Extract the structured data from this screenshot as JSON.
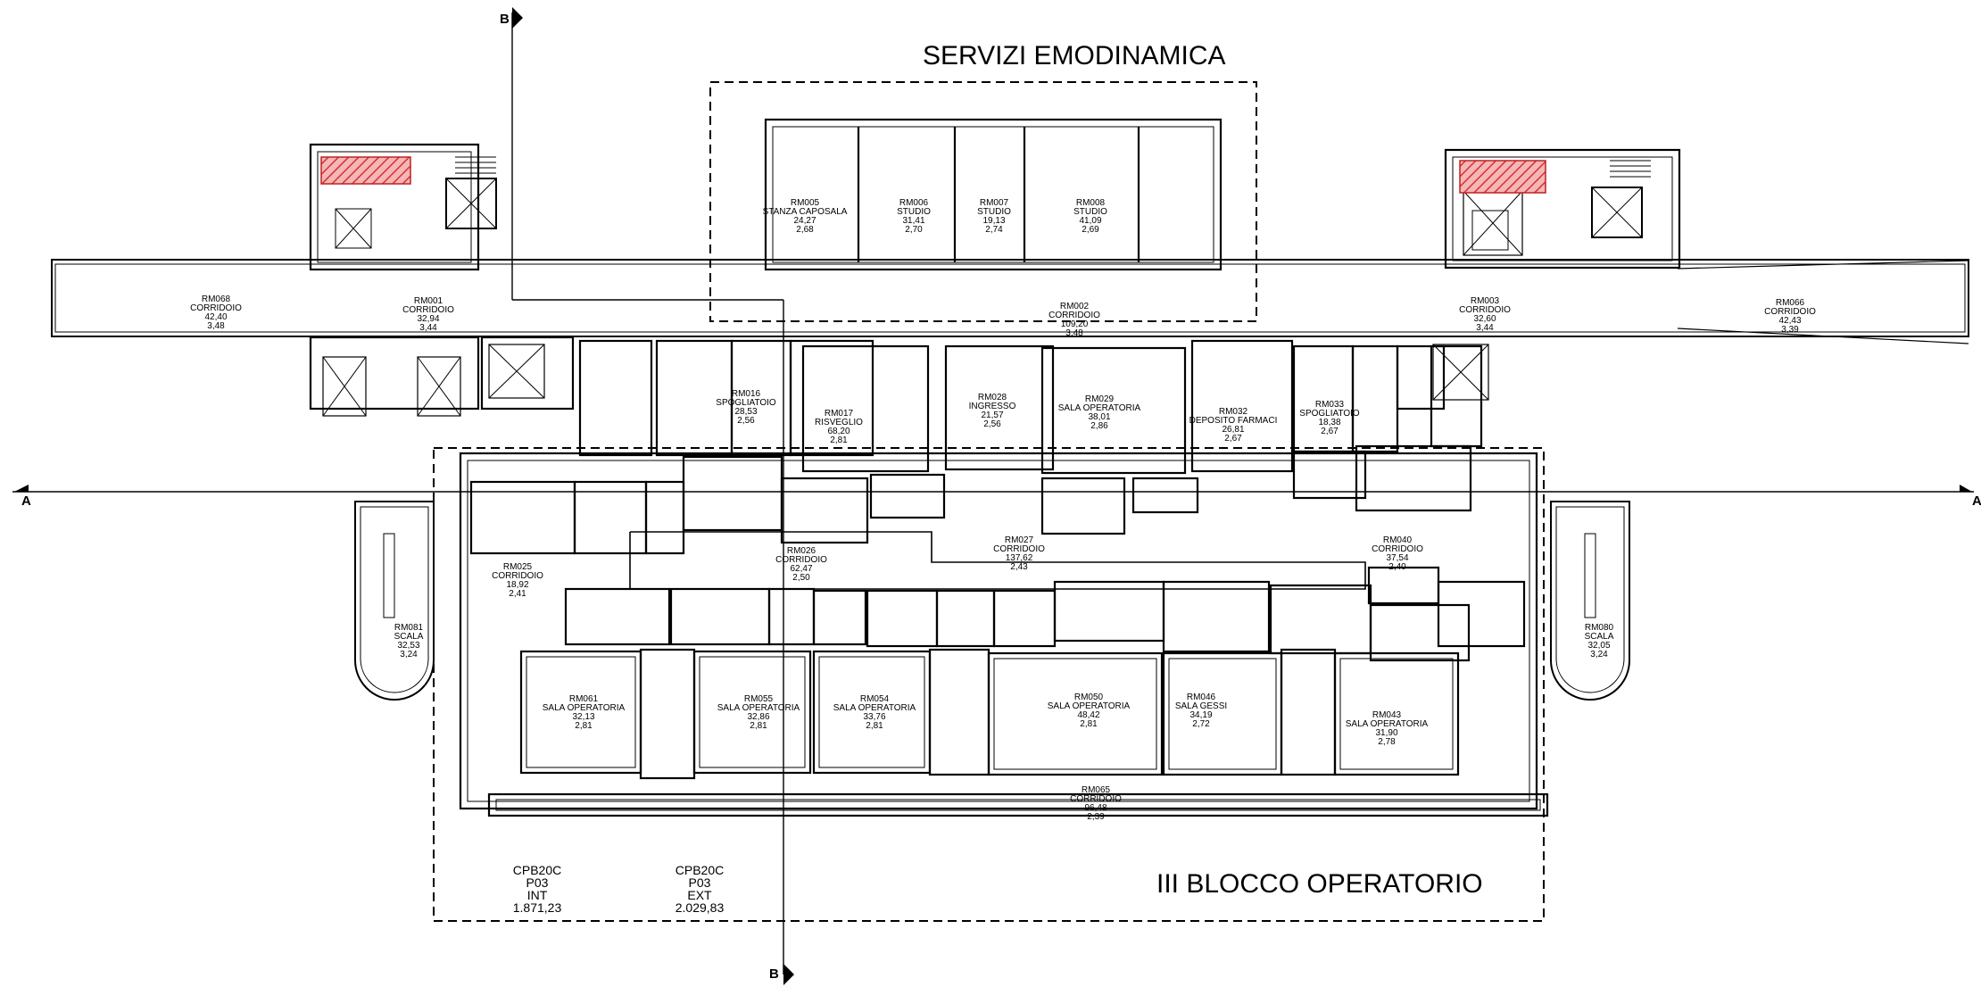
{
  "zones": {
    "servizi": "SERVIZI EMODINAMICA",
    "blocco": "III BLOCCO OPERATORIO"
  },
  "section_markers": {
    "a": "A",
    "b": "B"
  },
  "areas": [
    {
      "lines": [
        "CPB20C",
        "P03",
        "INT",
        "1.871,23"
      ]
    },
    {
      "lines": [
        "CPB20C",
        "P03",
        "EXT",
        "2.029,83"
      ]
    }
  ],
  "rooms": [
    {
      "id": "RM068",
      "name": "CORRIDOIO",
      "area": "42,40",
      "h": "3,48"
    },
    {
      "id": "RM001",
      "name": "CORRIDOIO",
      "area": "32,94",
      "h": "3,44"
    },
    {
      "id": "RM002",
      "name": "CORRIDOIO",
      "area": "109,20",
      "h": "3,48"
    },
    {
      "id": "RM003",
      "name": "CORRIDOIO",
      "area": "32,60",
      "h": "3,44"
    },
    {
      "id": "RM066",
      "name": "CORRIDOIO",
      "area": "42,43",
      "h": "3,39"
    },
    {
      "id": "RM005",
      "name": "STANZA CAPOSALA",
      "area": "24,27",
      "h": "2,68"
    },
    {
      "id": "RM006",
      "name": "STUDIO",
      "area": "31,41",
      "h": "2,70"
    },
    {
      "id": "RM007",
      "name": "STUDIO",
      "area": "19,13",
      "h": "2,74"
    },
    {
      "id": "RM008",
      "name": "STUDIO",
      "area": "41,09",
      "h": "2,69"
    },
    {
      "id": "RM017",
      "name": "RISVEGLIO",
      "area": "68,20",
      "h": "2,81"
    },
    {
      "id": "RM016",
      "name": "SPOGLIATOIO",
      "area": "28,53",
      "h": "2,56"
    },
    {
      "id": "RM028",
      "name": "INGRESSO",
      "area": "21,57",
      "h": "2,56"
    },
    {
      "id": "RM029",
      "name": "SALA OPERATORIA",
      "area": "38,01",
      "h": "2,86"
    },
    {
      "id": "RM032",
      "name": "DEPOSITO FARMACI",
      "area": "26,81",
      "h": "2,67"
    },
    {
      "id": "RM033",
      "name": "SPOGLIATOIO",
      "area": "18,38",
      "h": "2,67"
    },
    {
      "id": "RM027",
      "name": "CORRIDOIO",
      "area": "137,62",
      "h": "2,43"
    },
    {
      "id": "RM026",
      "name": "CORRIDOIO",
      "area": "62,47",
      "h": "2,50"
    },
    {
      "id": "RM040",
      "name": "CORRIDOIO",
      "area": "37,54",
      "h": "2,40"
    },
    {
      "id": "RM025",
      "name": "CORRIDOIO",
      "area": "18,92",
      "h": "2,41"
    },
    {
      "id": "RM061",
      "name": "SALA OPERATORIA",
      "area": "32,13",
      "h": "2,81"
    },
    {
      "id": "RM055",
      "name": "SALA OPERATORIA",
      "area": "32,86",
      "h": "2,81"
    },
    {
      "id": "RM054",
      "name": "SALA OPERATORIA",
      "area": "33,76",
      "h": "2,81"
    },
    {
      "id": "RM050",
      "name": "SALA OPERATORIA",
      "area": "48,42",
      "h": "2,81"
    },
    {
      "id": "RM046",
      "name": "SALA GESSI",
      "area": "34,19",
      "h": "2,72"
    },
    {
      "id": "RM043",
      "name": "SALA OPERATORIA",
      "area": "31,90",
      "h": "2,78"
    },
    {
      "id": "RM065",
      "name": "CORRIDOIO",
      "area": "96,48",
      "h": "2,39"
    },
    {
      "id": "RM081",
      "name": "SCALA",
      "area": "32,53",
      "h": "3,24"
    },
    {
      "id": "RM080",
      "name": "SCALA",
      "area": "32,05",
      "h": "3,24"
    }
  ]
}
